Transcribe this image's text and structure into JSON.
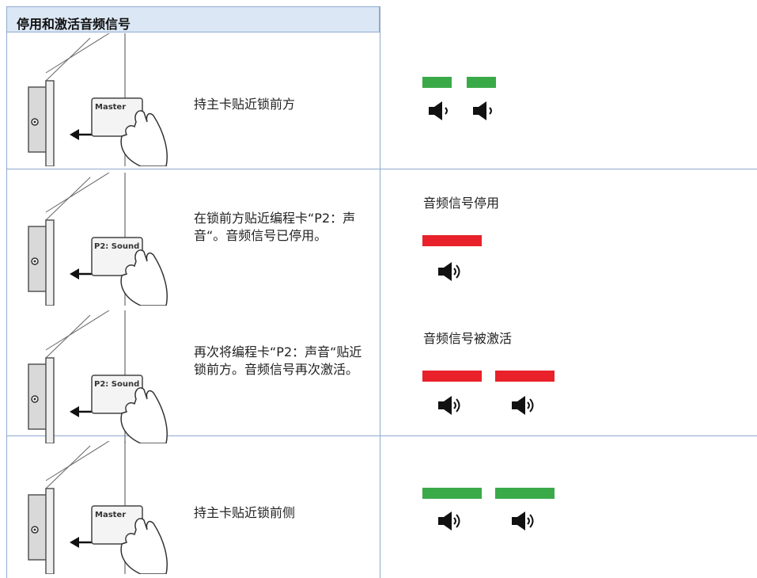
{
  "header": {
    "title": "停用和激活音频信号"
  },
  "rows": [
    {
      "card_label": "Master",
      "instruction": "持主卡贴近锁前方"
    },
    {
      "card_label": "P2: Sound",
      "instruction": "在锁前方贴近编程卡“P2：声音“。音频信号已停用。",
      "status": "音频信号停用"
    },
    {
      "card_label": "P2: Sound",
      "instruction": "再次将编程卡“P2：声音“贴近锁前方。音频信号再次激活。",
      "status": "音频信号被激活"
    },
    {
      "card_label": "Master",
      "instruction": "持主卡贴近锁前侧"
    }
  ],
  "colors": {
    "green_led": "#3aaa48",
    "red_led": "#e8212a",
    "border": "#8fa9cf",
    "header_bg": "#dbe7f4"
  },
  "icons": [
    "speaker-short-icon",
    "speaker-loud-icon"
  ]
}
